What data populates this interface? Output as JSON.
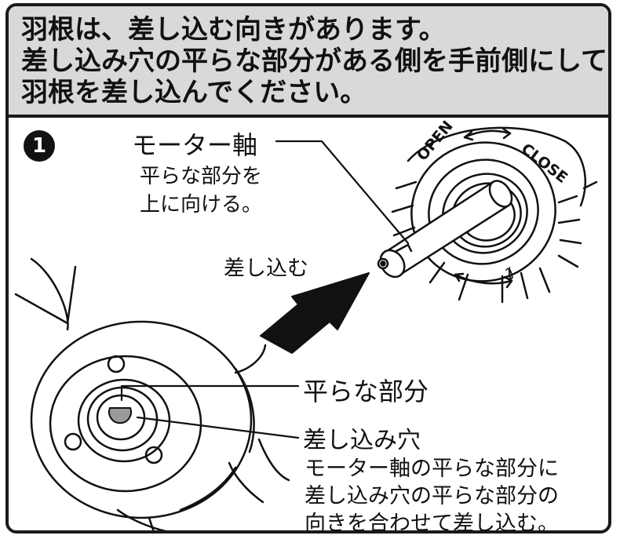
{
  "header": {
    "lines": [
      "羽根は、差し込む向きがあります。",
      "差し込み穴の平らな部分がある側を手前側にして",
      "羽根を差し込んでください。"
    ]
  },
  "step": {
    "badge": "1"
  },
  "labels": {
    "motor_shaft_title": "モーター軸",
    "motor_shaft_note": [
      "平らな部分を",
      "上に向ける。"
    ],
    "insert": "差し込む",
    "flat_part": "平らな部分",
    "hole_title": "差し込み穴",
    "hole_note": [
      "モーター軸の平らな部分に",
      "差し込み穴の平らな部分の",
      "向きを合わせて差し込む。"
    ]
  },
  "motor_dial": {
    "open": "OPEN",
    "close": "CLOSE",
    "mark": "ℓ"
  },
  "colors": {
    "header_bg": "#d9d9d9",
    "ink": "#111111",
    "hole_fill": "#9a9a9a"
  }
}
